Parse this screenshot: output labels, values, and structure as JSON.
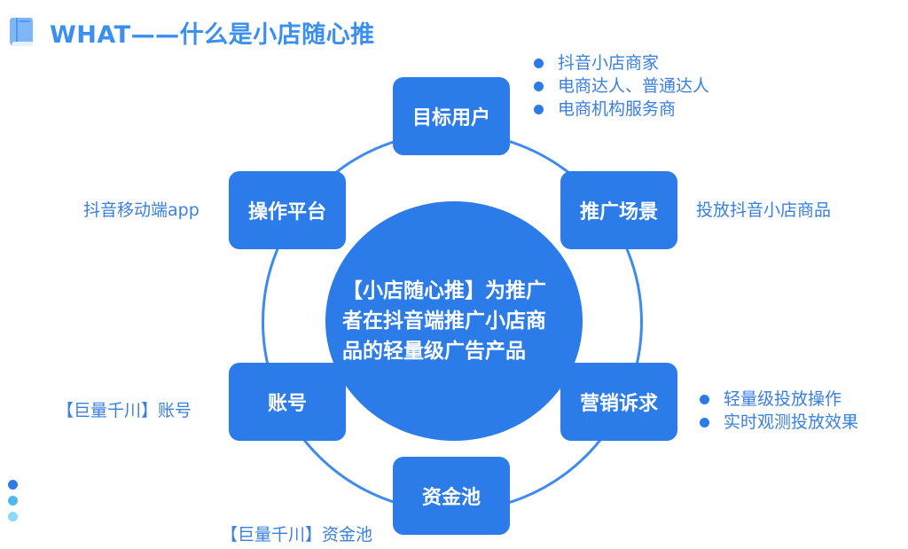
{
  "header": {
    "title": "WHAT——什么是小店随心推",
    "icon": "book-icon"
  },
  "diagram": {
    "center_text": "【小店随心推】为推广者在抖音端推广小店商品的轻量级广告产品",
    "nodes": {
      "target_users": {
        "label": "目标用户",
        "notes": [
          "抖音小店商家",
          "电商达人、普通达人",
          "电商机构服务商"
        ]
      },
      "promotion_scene": {
        "label": "推广场景",
        "note": "投放抖音小店商品"
      },
      "marketing_demand": {
        "label": "营销诉求",
        "notes": [
          "轻量级投放操作",
          "实时观测投放效果"
        ]
      },
      "fund_pool": {
        "label": "资金池",
        "note": "【巨量千川】资金池"
      },
      "account": {
        "label": "账号",
        "note": "【巨量千川】账号"
      },
      "platform": {
        "label": "操作平台",
        "note": "抖音移动端app"
      }
    }
  },
  "colors": {
    "primary": "#2b7be8",
    "title": "#3a8ff0",
    "text": "#3a80e0",
    "ring": "#3d8af0",
    "dot_dark": "#2b7be8",
    "dot_mid": "#4fb8ef",
    "dot_light": "#8fd9f7"
  }
}
